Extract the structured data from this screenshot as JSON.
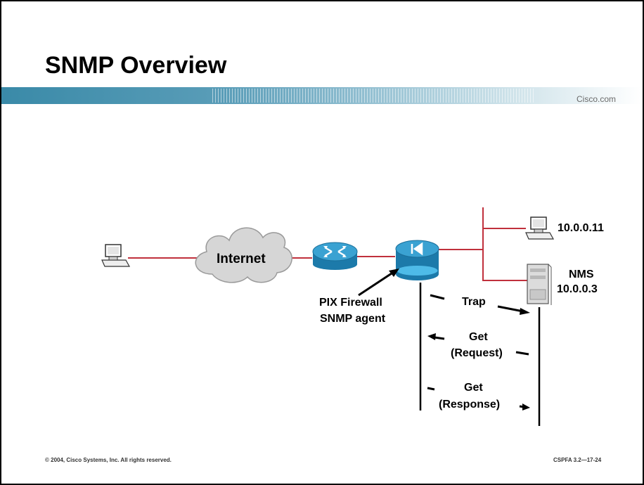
{
  "slide": {
    "title": "SNMP Overview",
    "brand": "Cisco.com",
    "footer_left": "© 2004, Cisco Systems, Inc. All rights reserved.",
    "footer_right": "CSPFA 3.2—17-24"
  },
  "diagram": {
    "cloud_label": "Internet",
    "host_top_label": "10.0.0.11",
    "nms_label": "NMS",
    "nms_ip": "10.0.0.3",
    "pix_label_line1": "PIX Firewall",
    "pix_label_line2": "SNMP agent",
    "messages": {
      "trap": "Trap",
      "get_request_line1": "Get",
      "get_request_line2": "(Request)",
      "get_response_line1": "Get",
      "get_response_line2": "(Response)"
    }
  },
  "colors": {
    "link": "#c0303c",
    "device_blue": "#2a92c6",
    "banner": "#3a8aa8"
  }
}
